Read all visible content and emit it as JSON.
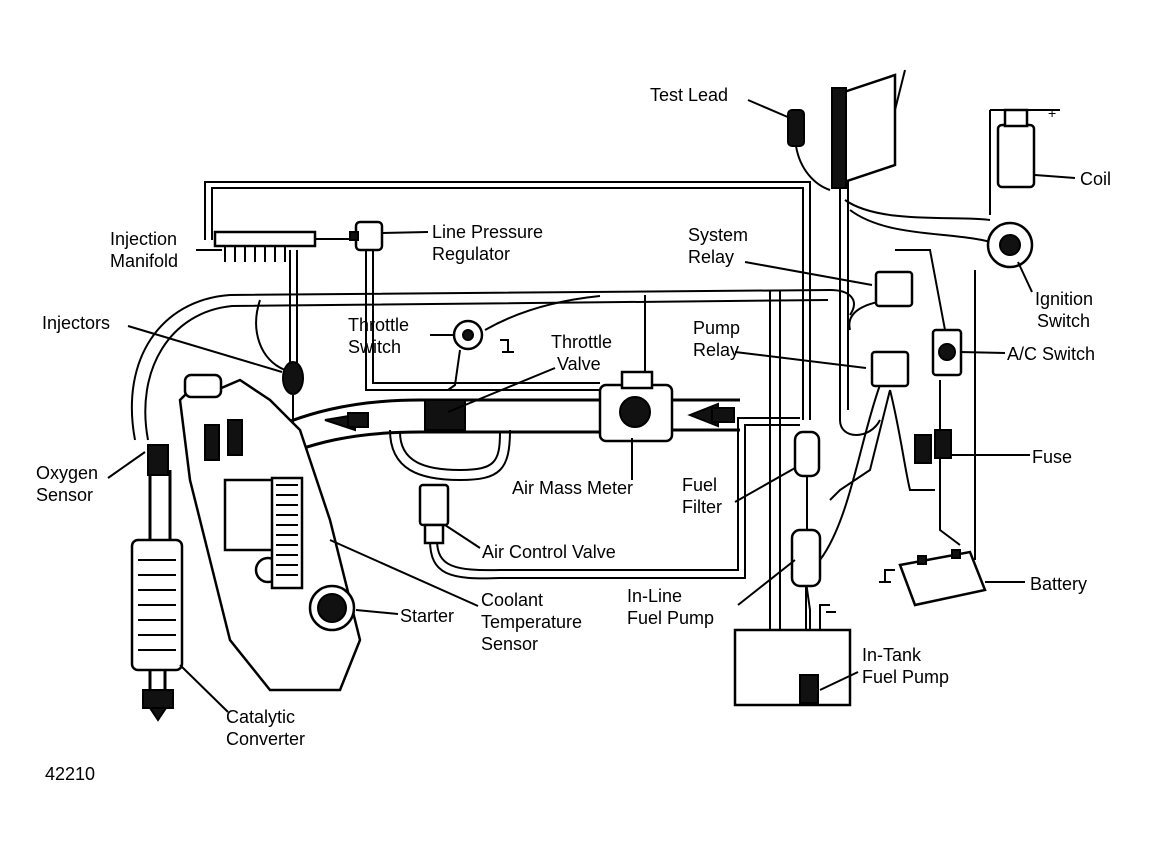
{
  "diagram": {
    "figure_number": "42210",
    "labels": {
      "test_lead": "Test Lead",
      "coil": "Coil",
      "injection_manifold": [
        "Injection",
        "Manifold"
      ],
      "line_pressure_regulator": [
        "Line Pressure",
        "Regulator"
      ],
      "system_relay": [
        "System",
        "Relay"
      ],
      "ignition_switch": [
        "Ignition",
        "Switch"
      ],
      "injectors": "Injectors",
      "throttle_switch": [
        "Throttle",
        "Switch"
      ],
      "throttle_valve": [
        "Throttle",
        "Valve"
      ],
      "pump_relay": [
        "Pump",
        "Relay"
      ],
      "ac_switch": "A/C Switch",
      "oxygen_sensor": [
        "Oxygen",
        "Sensor"
      ],
      "air_mass_meter": "Air Mass Meter",
      "fuel_filter": [
        "Fuel",
        "Filter"
      ],
      "fuse": "Fuse",
      "air_control_valve": "Air Control Valve",
      "battery": "Battery",
      "coolant_temperature_sensor": [
        "Coolant",
        "Temperature",
        "Sensor"
      ],
      "starter": "Starter",
      "in_line_fuel_pump": [
        "In-Line",
        "Fuel Pump"
      ],
      "in_tank_fuel_pump": [
        "In-Tank",
        "Fuel Pump"
      ],
      "catalytic_converter": [
        "Catalytic",
        "Converter"
      ]
    }
  }
}
